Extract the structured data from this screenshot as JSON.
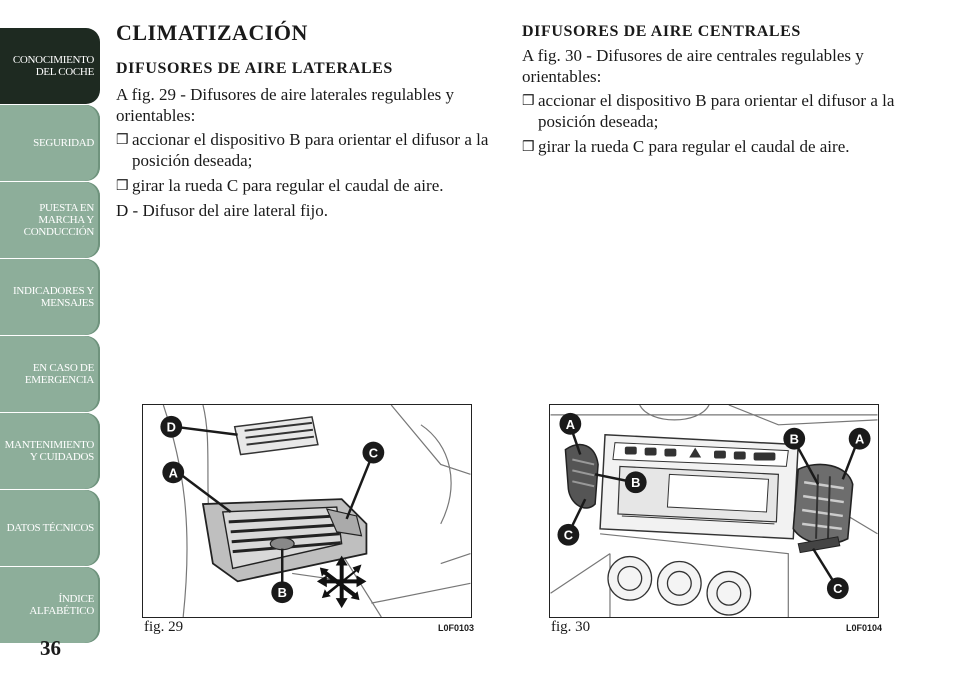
{
  "sidebar": {
    "tabs": [
      {
        "label": "CONOCIMIENTO DEL COCHE",
        "active": true
      },
      {
        "label": "SEGURIDAD"
      },
      {
        "label": "PUESTA EN MARCHA Y CONDUCCIÓN"
      },
      {
        "label": "INDICADORES Y MENSAJES"
      },
      {
        "label": "EN CASO DE EMERGENCIA"
      },
      {
        "label": "MANTENIMIENTO Y CUIDADOS"
      },
      {
        "label": "DATOS TÉCNICOS"
      },
      {
        "label": "ÍNDICE ALFABÉTICO"
      }
    ],
    "page_number": "36"
  },
  "left": {
    "section_title": "CLIMATIZACIÓN",
    "subtitle": "DIFUSORES DE AIRE LATERALES",
    "intro": "A fig. 29 - Difusores de aire laterales regulables y orientables:",
    "items": [
      "accionar el dispositivo B para orientar el difusor a la posición deseada;",
      "girar la rueda C para regular el caudal de aire."
    ],
    "note": "D - Difusor del aire lateral fijo."
  },
  "right": {
    "subtitle": "DIFUSORES DE AIRE CENTRALES",
    "intro": "A fig. 30 - Difusores de aire centrales regulables y orientables:",
    "items": [
      "accionar el dispositivo B para orientar el difusor a la posición deseada;",
      "girar la rueda C para regular el caudal de aire."
    ]
  },
  "bullet_glyph": "❒",
  "figures": [
    {
      "caption": "fig. 29",
      "code": "L0F0103",
      "labels": [
        "D",
        "C",
        "A",
        "B"
      ]
    },
    {
      "caption": "fig. 30",
      "code": "L0F0104",
      "labels": [
        "A",
        "B",
        "A",
        "B",
        "C",
        "C"
      ]
    }
  ],
  "colors": {
    "tab": "#8dae9a",
    "tab_active": "#1e2a21",
    "callout": "#1a1a1a"
  }
}
